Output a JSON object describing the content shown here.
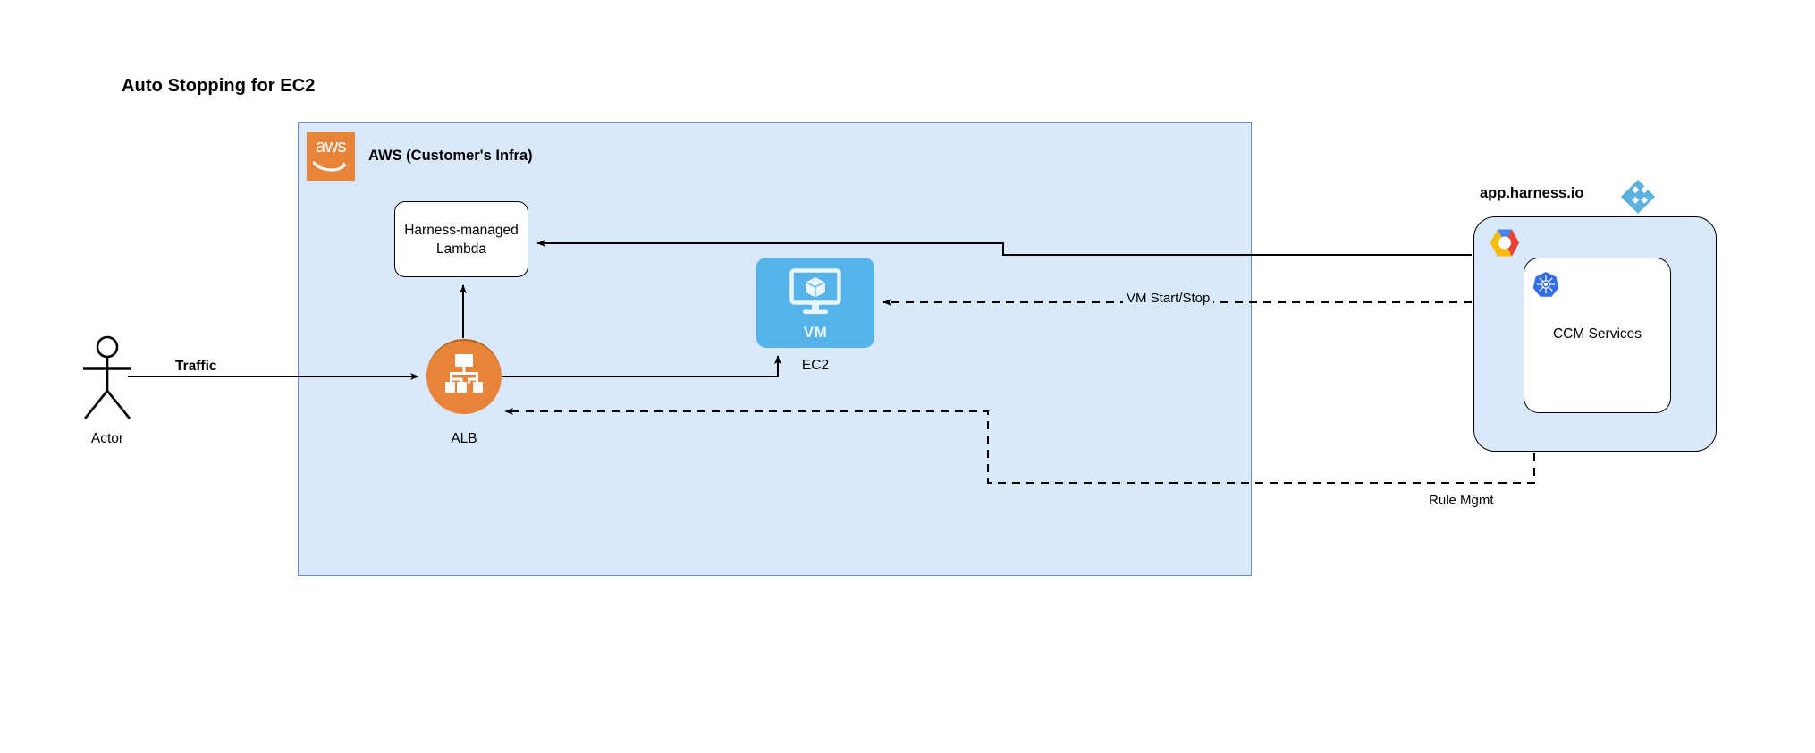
{
  "title": "Auto Stopping for EC2",
  "aws": {
    "label": "AWS (Customer's Infra)",
    "logo_name": "aws-logo",
    "logo_text": "aws",
    "fill": "#dae8fc",
    "border": "#6c8ebf"
  },
  "nodes": {
    "lambda": {
      "label": "Harness-managed Lambda",
      "line1": "Harness-managed",
      "line2": "Lambda"
    },
    "ec2": {
      "label": "EC2",
      "inner_label": "VM",
      "fill": "#55b3ea",
      "icon_name": "vm-monitor-icon"
    },
    "alb": {
      "label": "ALB",
      "fill": "#e8833a",
      "icon_name": "load-balancer-icon"
    },
    "actor": {
      "label": "Actor",
      "icon_name": "actor-stick-figure"
    },
    "ccm": {
      "label": "CCM Services",
      "icon_name": "kubernetes-icon"
    }
  },
  "harness": {
    "label": "app.harness.io",
    "logo_name": "harness-logo",
    "logo_color": "#5bb2e0",
    "box_fill": "#dae8fc",
    "gcp_icon_name": "google-cloud-icon"
  },
  "edges": {
    "traffic": "Traffic",
    "vm_start_stop": "VM Start/Stop",
    "rule_mgmt": "Rule Mgmt"
  }
}
